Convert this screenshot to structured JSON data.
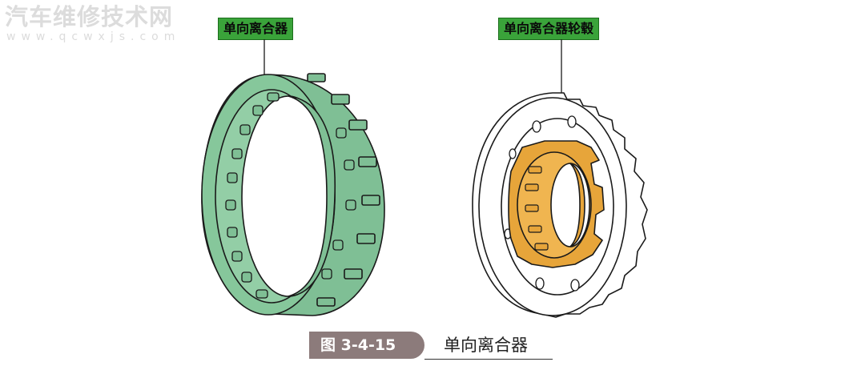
{
  "watermark": {
    "site_name": "汽车维修技术网",
    "url": "www.qcwxjs.com"
  },
  "labels": {
    "left": "单向离合器",
    "right": "单向离合器轮毂"
  },
  "caption": {
    "figure_number": "图 3-4-15",
    "title": "单向离合器"
  },
  "colors": {
    "label_green": "#3aa33a",
    "clutch_green": "#7fbf95",
    "hub_orange": "#e7a53a",
    "caption_pill": "#8c7b7b",
    "outline": "#1a1a1a"
  }
}
